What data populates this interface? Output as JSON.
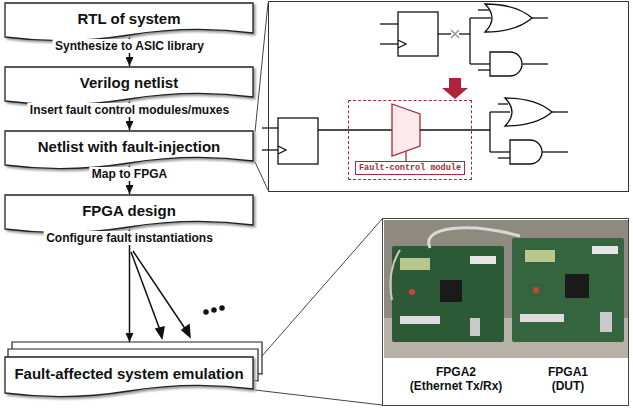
{
  "diagram": {
    "nodes": [
      {
        "text": [
          "RTL of system"
        ]
      },
      {
        "text": [
          "Verilog netlist"
        ]
      },
      {
        "text": [
          "Netlist with fault-injection"
        ]
      },
      {
        "text": [
          "FPGA design"
        ]
      },
      {
        "text": [
          "Fault-affected system emulation"
        ]
      },
      {
        "text": [
          "Fault-control module"
        ]
      },
      {
        "text": [
          "FPGA2 (Ethernet Tx/Rx)",
          "FPGA1 (DUT)"
        ]
      }
    ],
    "edges": [
      {
        "from": 0,
        "to": 1,
        "arrow": "to",
        "label": "Synthesize to ASIC library"
      },
      {
        "from": 1,
        "to": 2,
        "arrow": "to",
        "label": "Insert fault control modules/muxes"
      },
      {
        "from": 2,
        "to": 3,
        "arrow": "to",
        "label": "Map to FPGA"
      },
      {
        "from": 3,
        "to": 4,
        "arrow": "to",
        "label": "Configure fault instantiations"
      }
    ]
  }
}
